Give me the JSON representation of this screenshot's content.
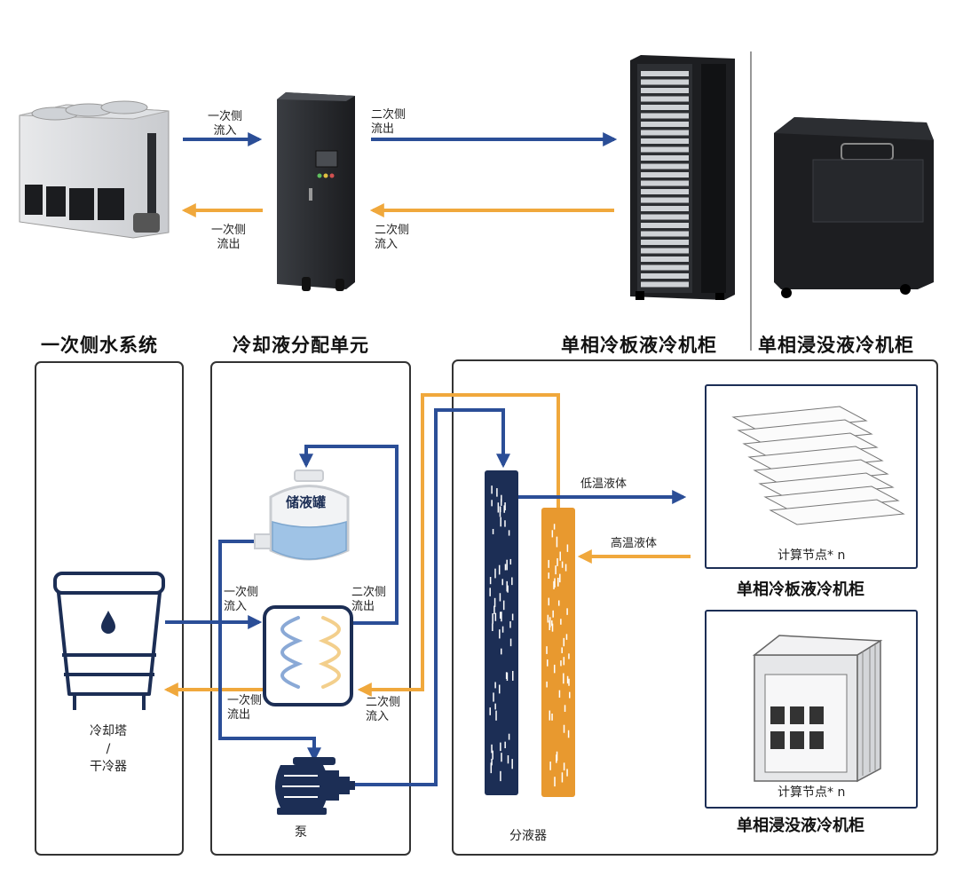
{
  "colors": {
    "primary_flow": "#2b4e97",
    "secondary_flow": "#f0a83c",
    "dark_navy": "#1c2e55",
    "border": "#333333",
    "tank_water": "#9fc3e6"
  },
  "top": {
    "arrow_primary_in": {
      "line1": "一次侧",
      "line2": "流入"
    },
    "arrow_primary_out": {
      "line1": "一次侧",
      "line2": "流出"
    },
    "arrow_secondary_out": {
      "line1": "二次侧",
      "line2": "流出"
    },
    "arrow_secondary_in": {
      "line1": "二次侧",
      "line2": "流入"
    }
  },
  "section_titles": {
    "primary": "一次侧水系统",
    "cdu": "冷却液分配单元",
    "cold_plate": "单相冷板液冷机柜",
    "separator": "|",
    "immersion": "单相浸没液冷机柜"
  },
  "primary_system": {
    "tower_label_1": "冷却塔",
    "tower_label_2": "/",
    "tower_label_3": "干冷器"
  },
  "cdu": {
    "tank_label": "储液罐",
    "pump_label": "泵",
    "primary_in": {
      "line1": "一次侧",
      "line2": "流入"
    },
    "primary_out": {
      "line1": "一次侧",
      "line2": "流出"
    },
    "secondary_out": {
      "line1": "二次侧",
      "line2": "流出"
    },
    "secondary_in": {
      "line1": "二次侧",
      "line2": "流入"
    }
  },
  "cabinet": {
    "manifold_label": "分液器",
    "low_temp": "低温液体",
    "high_temp": "高温液体",
    "cold_plate_nodes": "计算节点* n",
    "cold_plate_title": "单相冷板液冷机柜",
    "immersion_nodes": "计算节点* n",
    "immersion_title": "单相浸没液冷机柜"
  }
}
